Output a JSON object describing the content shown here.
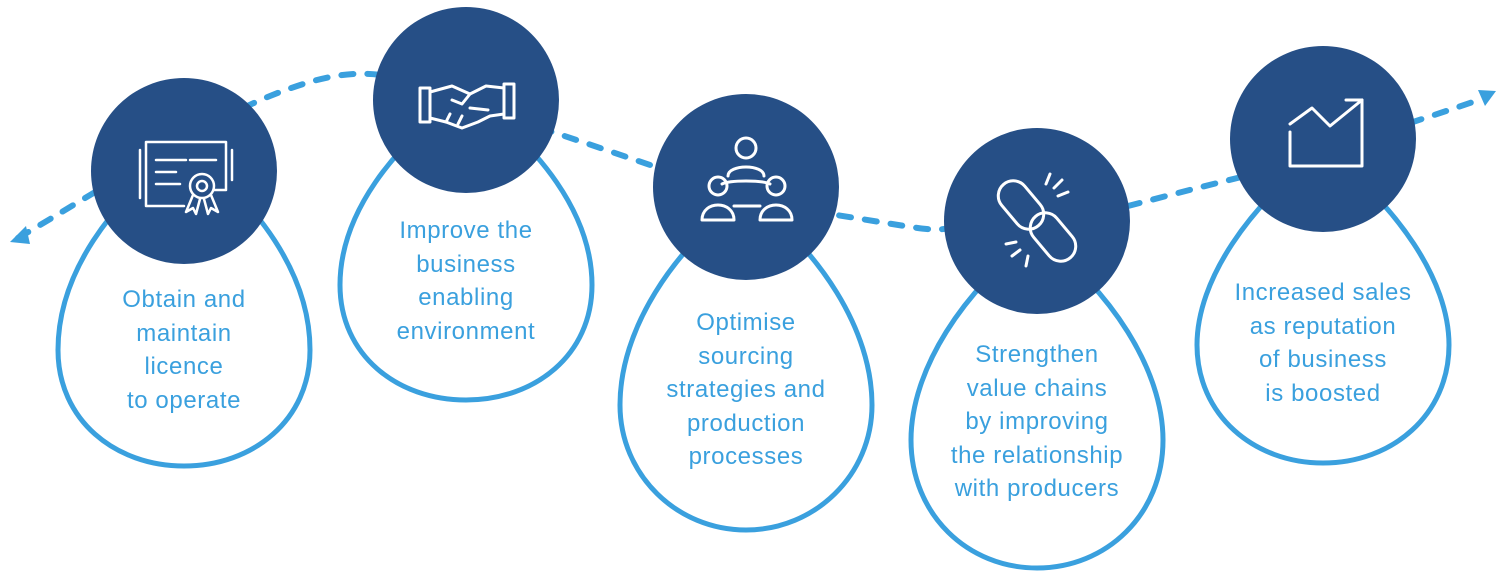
{
  "colors": {
    "path": "#3aa0de",
    "circle": "#264f86",
    "drop_outline": "#3aa0de",
    "text": "#3aa0de",
    "icon": "#ffffff"
  },
  "steps": [
    {
      "icon": "certificate-icon",
      "lines": [
        "Obtain and",
        "maintain",
        "licence",
        "to operate"
      ]
    },
    {
      "icon": "handshake-icon",
      "lines": [
        "Improve the",
        "business",
        "enabling",
        "environment"
      ]
    },
    {
      "icon": "team-meeting-icon",
      "lines": [
        "Optimise",
        "sourcing",
        "strategies and",
        "production",
        "processes"
      ]
    },
    {
      "icon": "chain-link-icon",
      "lines": [
        "Strengthen",
        "value chains",
        "by improving",
        "the relationship",
        "with producers"
      ]
    },
    {
      "icon": "growth-chart-icon",
      "lines": [
        "Increased sales",
        "as reputation",
        "of business",
        "is boosted"
      ]
    }
  ]
}
